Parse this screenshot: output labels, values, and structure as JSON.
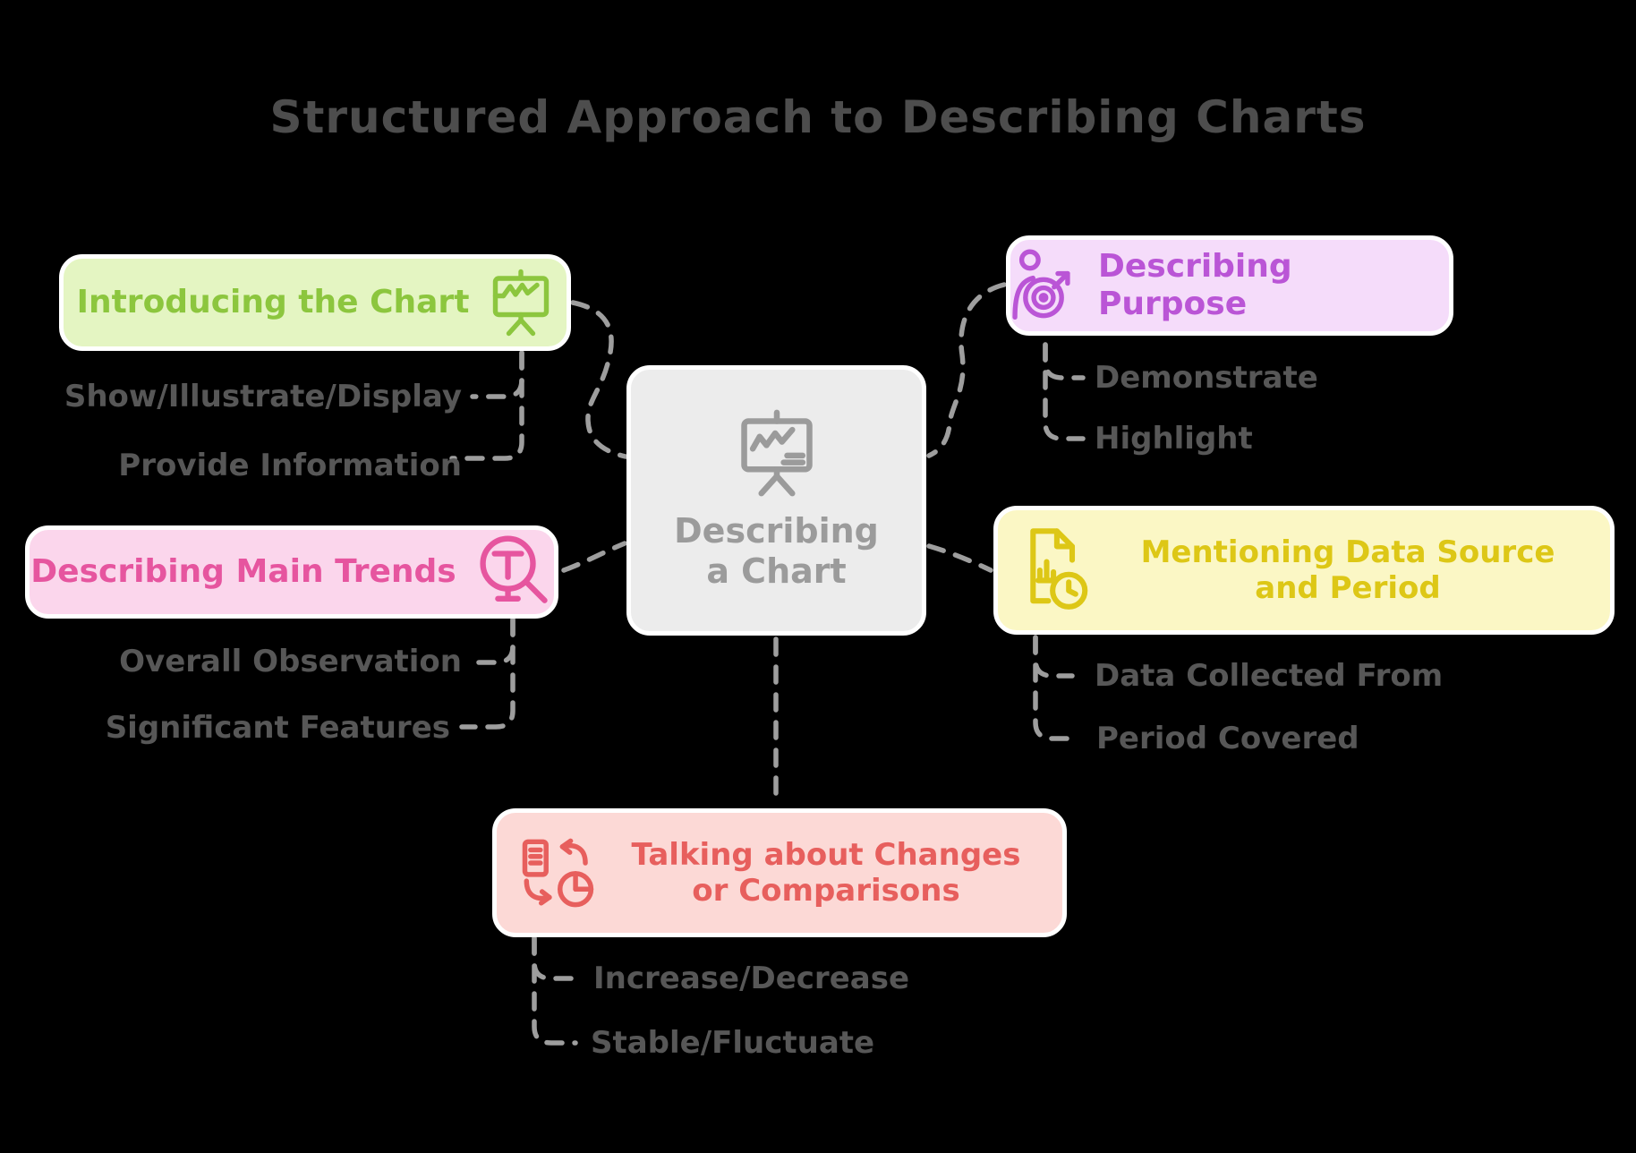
{
  "title": "Structured Approach to Describing Charts",
  "center_node": {
    "icon": "presentation-chart-icon",
    "label": [
      "Describing",
      "a Chart"
    ]
  },
  "branches": [
    {
      "id": "introducing-the-chart",
      "label": "Introducing the Chart",
      "icon": "presentation-chart-icon",
      "text_color": "#8cc63e",
      "bg_color": "#e4f5c2",
      "items": [
        "Show/Illustrate/Display",
        "Provide Information"
      ]
    },
    {
      "id": "describing-main-trends",
      "label": "Describing Main Trends",
      "icon": "magnifier-text-icon",
      "text_color": "#e6559f",
      "bg_color": "#fbd6ec",
      "items": [
        "Overall Observation",
        "Significant Features"
      ]
    },
    {
      "id": "describing-purpose",
      "label": "Describing Purpose",
      "icon": "person-target-icon",
      "text_color": "#ba55d6",
      "bg_color": "#f5dcfa",
      "items": [
        "Demonstrate",
        "Highlight"
      ]
    },
    {
      "id": "mentioning-data-source-and-period",
      "label": "Mentioning Data Source and Period",
      "icon": "document-clock-icon",
      "text_color": "#ddc716",
      "bg_color": "#fbf7c5",
      "items": [
        "Data Collected From",
        "Period Covered"
      ]
    },
    {
      "id": "talking-about-changes-or-comparisons",
      "label": "Talking about Changes or Comparisons",
      "icon": "document-arrows-pie-icon",
      "text_color": "#e75f5d",
      "bg_color": "#fcd9d6",
      "items": [
        "Increase/Decrease",
        "Stable/Fluctuate"
      ]
    }
  ],
  "style": {
    "background": "#000000",
    "title_color": "#4d4d4d",
    "subitem_color": "#575757",
    "connector_color": "#9e9e9e",
    "node_border_color": "#ffffff",
    "center_bg": "#ececec",
    "center_text": "#9b9b9b"
  }
}
